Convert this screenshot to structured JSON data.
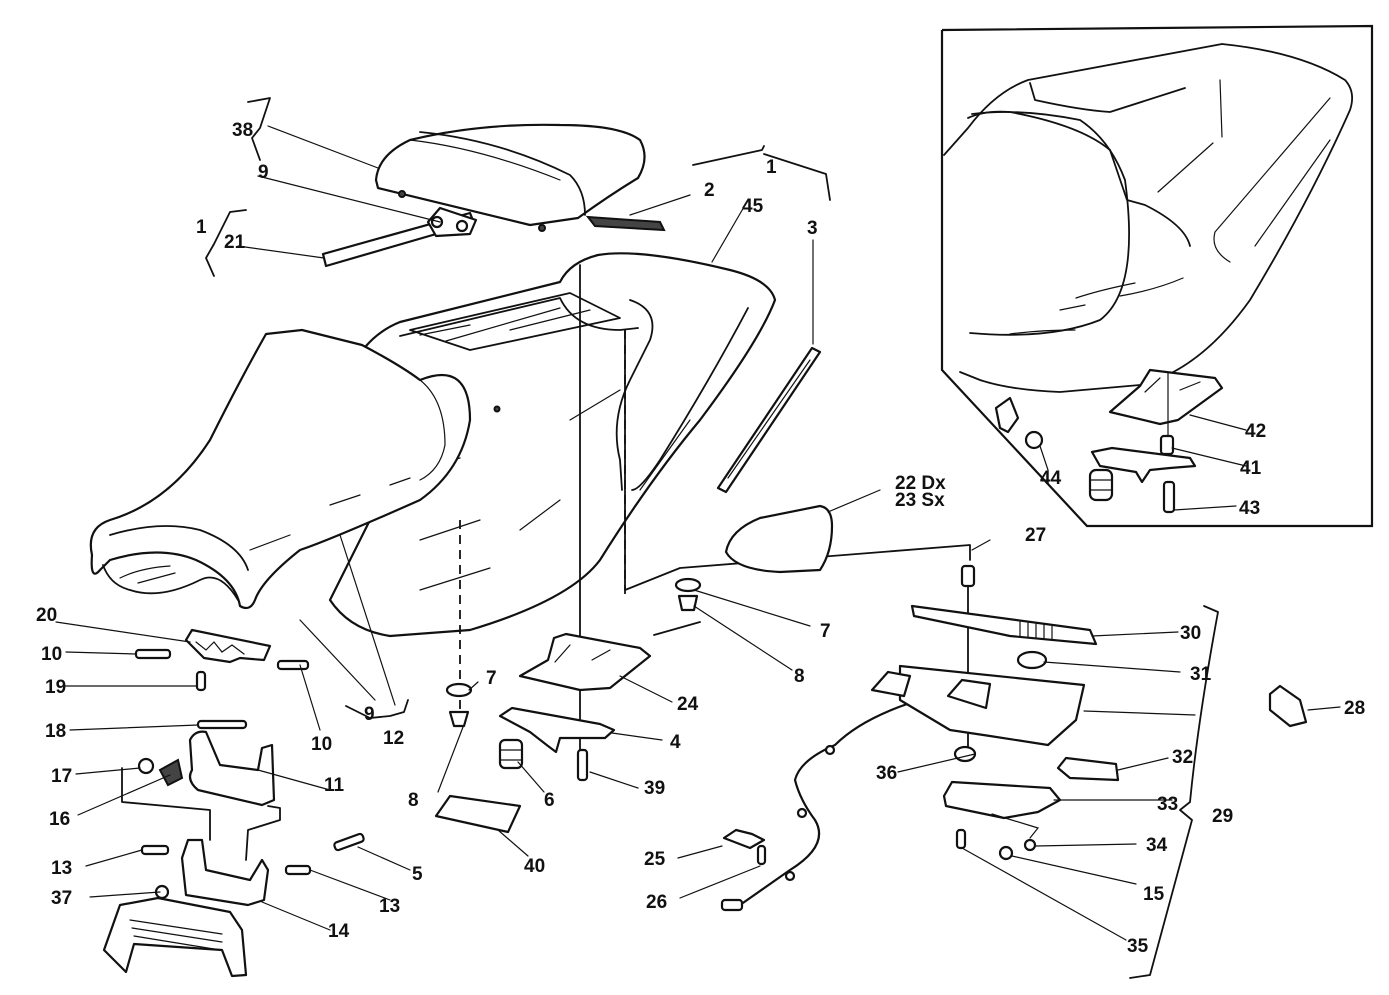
{
  "diagram": {
    "type": "exploded-parts-view",
    "subject": "motorcycle seat assembly",
    "callouts": [
      {
        "id": "c38",
        "text": "38"
      },
      {
        "id": "c9a",
        "text": "9"
      },
      {
        "id": "c1a",
        "text": "1"
      },
      {
        "id": "c21",
        "text": "21"
      },
      {
        "id": "c1b",
        "text": "1"
      },
      {
        "id": "c2",
        "text": "2"
      },
      {
        "id": "c45",
        "text": "45"
      },
      {
        "id": "c3",
        "text": "3"
      },
      {
        "id": "c22",
        "text": "22 Dx"
      },
      {
        "id": "c23",
        "text": "23 Sx"
      },
      {
        "id": "c27",
        "text": "27"
      },
      {
        "id": "c42",
        "text": "42"
      },
      {
        "id": "c41",
        "text": "41"
      },
      {
        "id": "c44",
        "text": "44"
      },
      {
        "id": "c43",
        "text": "43"
      },
      {
        "id": "c20",
        "text": "20"
      },
      {
        "id": "c10a",
        "text": "10"
      },
      {
        "id": "c19",
        "text": "19"
      },
      {
        "id": "c10b",
        "text": "10"
      },
      {
        "id": "c9b",
        "text": "9"
      },
      {
        "id": "c12",
        "text": "12"
      },
      {
        "id": "c18",
        "text": "18"
      },
      {
        "id": "c17",
        "text": "17"
      },
      {
        "id": "c16",
        "text": "16"
      },
      {
        "id": "c11",
        "text": "11"
      },
      {
        "id": "c13a",
        "text": "13"
      },
      {
        "id": "c5",
        "text": "5"
      },
      {
        "id": "c13b",
        "text": "13"
      },
      {
        "id": "c37",
        "text": "37"
      },
      {
        "id": "c14",
        "text": "14"
      },
      {
        "id": "c7a",
        "text": "7"
      },
      {
        "id": "c8a",
        "text": "8"
      },
      {
        "id": "c7b",
        "text": "7"
      },
      {
        "id": "c8b",
        "text": "8"
      },
      {
        "id": "c24",
        "text": "24"
      },
      {
        "id": "c4",
        "text": "4"
      },
      {
        "id": "c6",
        "text": "6"
      },
      {
        "id": "c39",
        "text": "39"
      },
      {
        "id": "c40",
        "text": "40"
      },
      {
        "id": "c25",
        "text": "25"
      },
      {
        "id": "c26",
        "text": "26"
      },
      {
        "id": "c30",
        "text": "30"
      },
      {
        "id": "c31",
        "text": "31"
      },
      {
        "id": "c28",
        "text": "28"
      },
      {
        "id": "c36",
        "text": "36"
      },
      {
        "id": "c32",
        "text": "32"
      },
      {
        "id": "c33",
        "text": "33"
      },
      {
        "id": "c29",
        "text": "29"
      },
      {
        "id": "c34",
        "text": "34"
      },
      {
        "id": "c15",
        "text": "15"
      },
      {
        "id": "c35",
        "text": "35"
      }
    ],
    "icons": {
      "inset": "solo-seat-cowl-detail-icon",
      "main_seat": "seat-icon",
      "tail": "tail-fairing-icon",
      "pillion": "pillion-pad-icon",
      "lock": "seat-lock-icon",
      "cable": "release-cable-icon",
      "light": "number-plate-light-icon"
    }
  }
}
